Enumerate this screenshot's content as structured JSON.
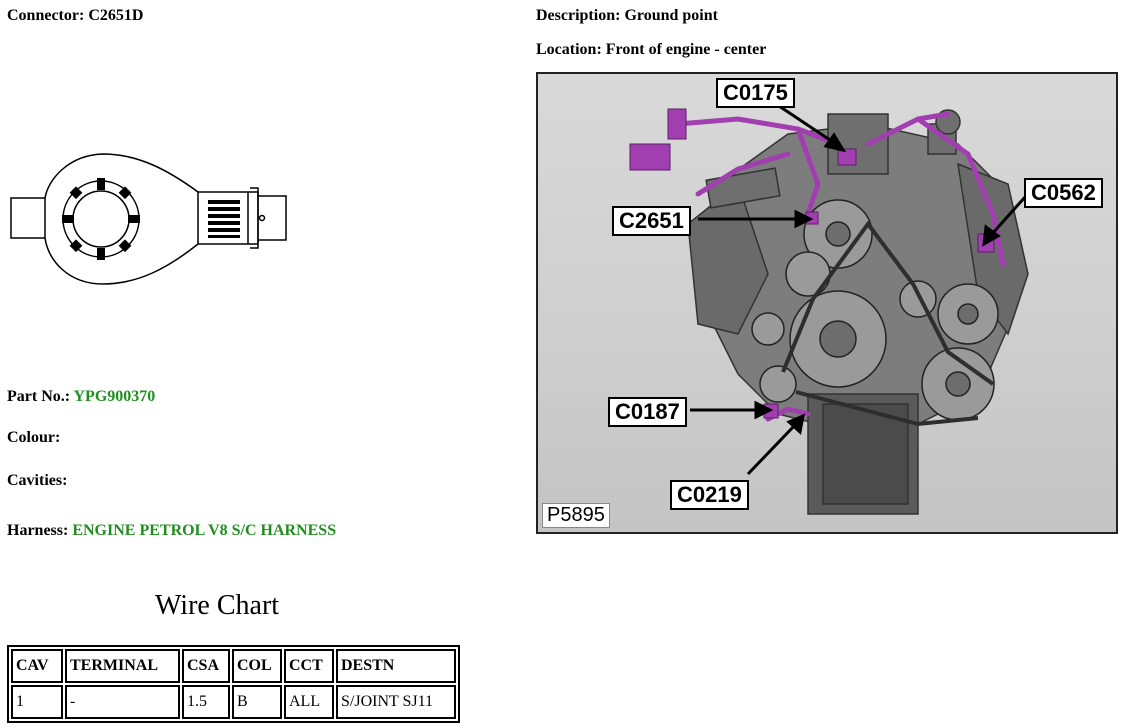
{
  "header": {
    "connector_label": "Connector:",
    "connector_value": "C2651D",
    "description_label": "Description:",
    "description_value": "Ground point",
    "location_label": "Location:",
    "location_value": "Front of engine - center"
  },
  "details": {
    "part_no_label": "Part No.:",
    "part_no_value": "YPG900370",
    "colour_label": "Colour:",
    "colour_value": "",
    "cavities_label": "Cavities:",
    "cavities_value": "",
    "harness_label": "Harness:",
    "harness_value": "ENGINE PETROL V8 S/C HARNESS"
  },
  "wire_chart": {
    "title": "Wire Chart",
    "columns": [
      "CAV",
      "TERMINAL",
      "CSA",
      "COL",
      "CCT",
      "DESTN"
    ],
    "rows": [
      [
        "1",
        "-",
        "1.5",
        "B",
        "ALL",
        "S/JOINT SJ11"
      ]
    ]
  },
  "photo": {
    "callouts": [
      "C0175",
      "C0562",
      "C2651",
      "C0187",
      "C0219"
    ],
    "image_code": "P5895"
  },
  "colors": {
    "value_green": "#1f8f1f",
    "harness_purple": "#a23fb0"
  }
}
